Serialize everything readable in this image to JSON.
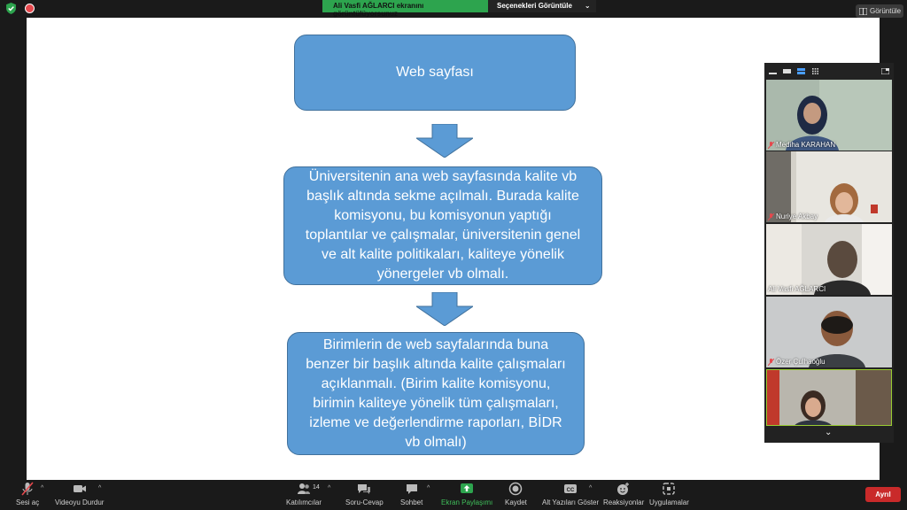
{
  "share_banner": {
    "message": "Ali Vasfi AĞLARCI ekranını görüntülüyorsunuz",
    "options": "Seçenekleri Görüntüle"
  },
  "view_button": {
    "label": "Görüntüle"
  },
  "slide": {
    "box1": "Web sayfası",
    "box2_lines": [
      "Üniversitenin ana web sayfasında kalite vb",
      "başlık altında sekme açılmalı. Burada kalite",
      "komisyonu, bu komisyonun yaptığı",
      "toplantılar ve çalışmalar, üniversitenin genel",
      "ve alt kalite politikaları, kaliteye yönelik",
      "yönergeler vb olmalı."
    ],
    "box3_lines": [
      "Birimlerin de web sayfalarında buna",
      "benzer bir başlık altında kalite çalışmaları",
      "açıklanmalı. (Birim kalite komisyonu,",
      "birimin kaliteye yönelik tüm çalışmaları,",
      "izleme ve değerlendirme raporları, BİDR",
      "vb olmalı)"
    ]
  },
  "participants": [
    "Mediha KARAHAN",
    "Nuriye Akbay",
    "Ali Vasfi AĞLARCI",
    "Özer Çulhaoğlu",
    ""
  ],
  "toolbar": {
    "audio": "Sesi aç",
    "video": "Videoyu Durdur",
    "participants": "Katılımcılar",
    "participants_count": "14",
    "qa": "Soru-Cevap",
    "chat": "Sohbet",
    "share": "Ekran Paylaşımı",
    "record": "Kaydet",
    "cc": "Alt Yazıları Göster",
    "reactions": "Reaksiyonlar",
    "apps": "Uygulamalar",
    "leave": "Ayrıl"
  },
  "colors": {
    "box_fill": "#5b9bd5",
    "share_green": "#2da44e",
    "leave_red": "#c92a2a"
  }
}
